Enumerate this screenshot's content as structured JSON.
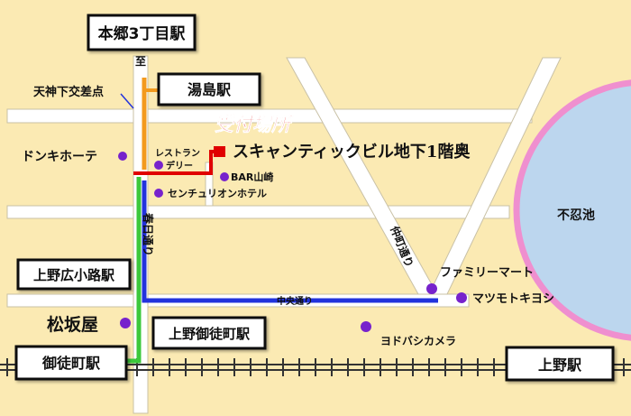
{
  "stations": {
    "hongo3": "本郷3丁目駅",
    "yushima": "湯島駅",
    "ueno_hirokoji": "上野広小路駅",
    "ueno_okachimachi": "上野御徒町駅",
    "okachimachi": "御徒町駅",
    "ueno": "上野駅"
  },
  "reception": {
    "title": "受付場所",
    "location": "スキャンティックビル地下1階奥"
  },
  "roads": {
    "itaru": "至",
    "kasuga_dori": "春日通り",
    "chuo_dori": "中央通り",
    "nakacho_dori": "仲町通り",
    "tenjinshita": "天神下交差点"
  },
  "landmarks": {
    "donki": "ドンキホーテ",
    "restaurant_line1": "レストラン",
    "restaurant_line2": "デリー",
    "bar": "BAR山崎",
    "century": "センチュリオンホテル",
    "family_mart": "ファミリーマート",
    "matsumoto": "マツモトキヨシ",
    "yodobashi": "ヨドバシカメラ",
    "matsuzakaya": "松坂屋",
    "shinobazu": "不忍池"
  },
  "colors": {
    "background": "#fbeab3",
    "road": "#ffffff",
    "orange_line": "#f39a1e",
    "green_line": "#3cc83c",
    "blue_line": "#2233dd",
    "red_route": "#e00000",
    "landmark_dot": "#7722cc",
    "pond": "#bcd6ee",
    "pond_edge": "#ef8fcf"
  }
}
